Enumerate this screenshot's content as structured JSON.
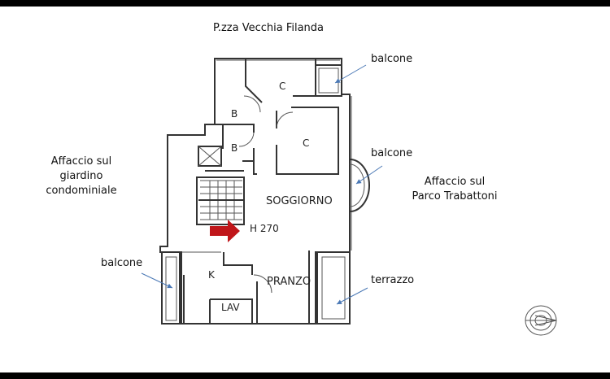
{
  "street": "P.zza Vecchia Filanda",
  "annotations": {
    "balcone_top": "balcone",
    "balcone_right": "balcone",
    "balcone_left": "balcone",
    "terrazzo": "terrazzo",
    "affaccio_left": [
      "Affaccio sul",
      "giardino",
      "condominiale"
    ],
    "affaccio_right": [
      "Affaccio sul",
      "Parco Trabattoni"
    ]
  },
  "rooms": {
    "c1": "C",
    "c2": "C",
    "b1": "B",
    "b2": "B",
    "soggiorno": "SOGGIORNO",
    "height": "H 270",
    "pranzo": "PRANZO",
    "kitchen": "K",
    "lav": "LAV"
  },
  "colors": {
    "wall": "#333333",
    "arrow_entrance": "#c0161a",
    "annotation_arrow": "#4a78b5"
  },
  "icons": {
    "entrance": "red-arrow-icon",
    "compass": "compass-icon"
  }
}
